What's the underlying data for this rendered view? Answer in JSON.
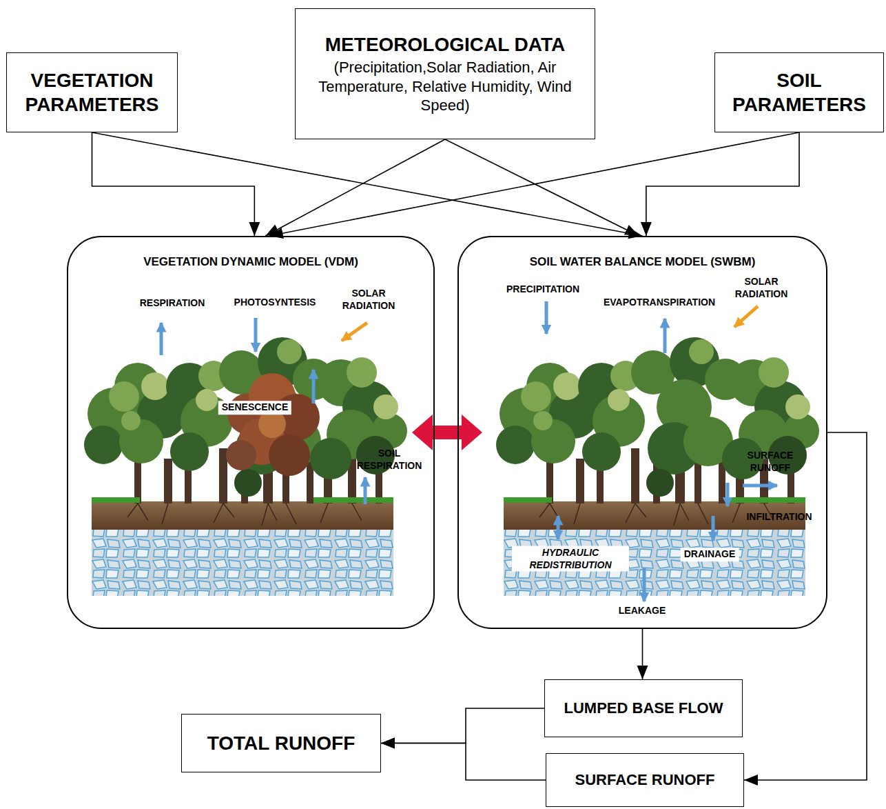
{
  "diagram": {
    "nodes": [
      {
        "text": [
          "VEGETATION PARAMETERS"
        ]
      },
      {
        "text": [
          "METEOROLOGICAL DATA",
          "(Precipitation,Solar Radiation, Air Temperature, Relative Humidity, Wind Speed)"
        ]
      },
      {
        "text": [
          "SOIL PARAMETERS"
        ]
      },
      {
        "text": [
          "VEGETATION DYNAMIC MODEL (VDM)"
        ]
      },
      {
        "text": [
          "SOIL WATER BALANCE MODEL (SWBM)"
        ]
      },
      {
        "text": [
          "LUMPED BASE FLOW"
        ]
      },
      {
        "text": [
          "TOTAL RUNOFF"
        ]
      },
      {
        "text": [
          "SURFACE RUNOFF"
        ]
      }
    ],
    "edges": [
      {
        "from": 0,
        "to": 3,
        "arrow": "to"
      },
      {
        "from": 0,
        "to": 4,
        "arrow": "to"
      },
      {
        "from": 1,
        "to": 3,
        "arrow": "to"
      },
      {
        "from": 1,
        "to": 4,
        "arrow": "to"
      },
      {
        "from": 2,
        "to": 3,
        "arrow": "to"
      },
      {
        "from": 2,
        "to": 4,
        "arrow": "to"
      },
      {
        "from": 3,
        "to": 4,
        "arrow": "both"
      },
      {
        "from": 4,
        "to": 5,
        "arrow": "to"
      },
      {
        "from": 4,
        "to": 7,
        "arrow": "to"
      },
      {
        "from": 5,
        "to": 6,
        "arrow": "to"
      },
      {
        "from": 7,
        "to": 6,
        "arrow": "to"
      }
    ],
    "labels": [
      "RESPIRATION",
      "PHOTOSYNTESIS",
      "SOLAR RADIATION",
      "SENESCENCE",
      "SOIL RESPIRATION",
      "PRECIPITATION",
      "EVAPOTRANSPIRATION",
      "SOLAR RADIATION",
      "SURFACE RUNOFF",
      "INFILTRATION",
      "HYDRAULIC REDISTRIBUTION",
      "DRAINAGE",
      "LEAKAGE"
    ]
  }
}
